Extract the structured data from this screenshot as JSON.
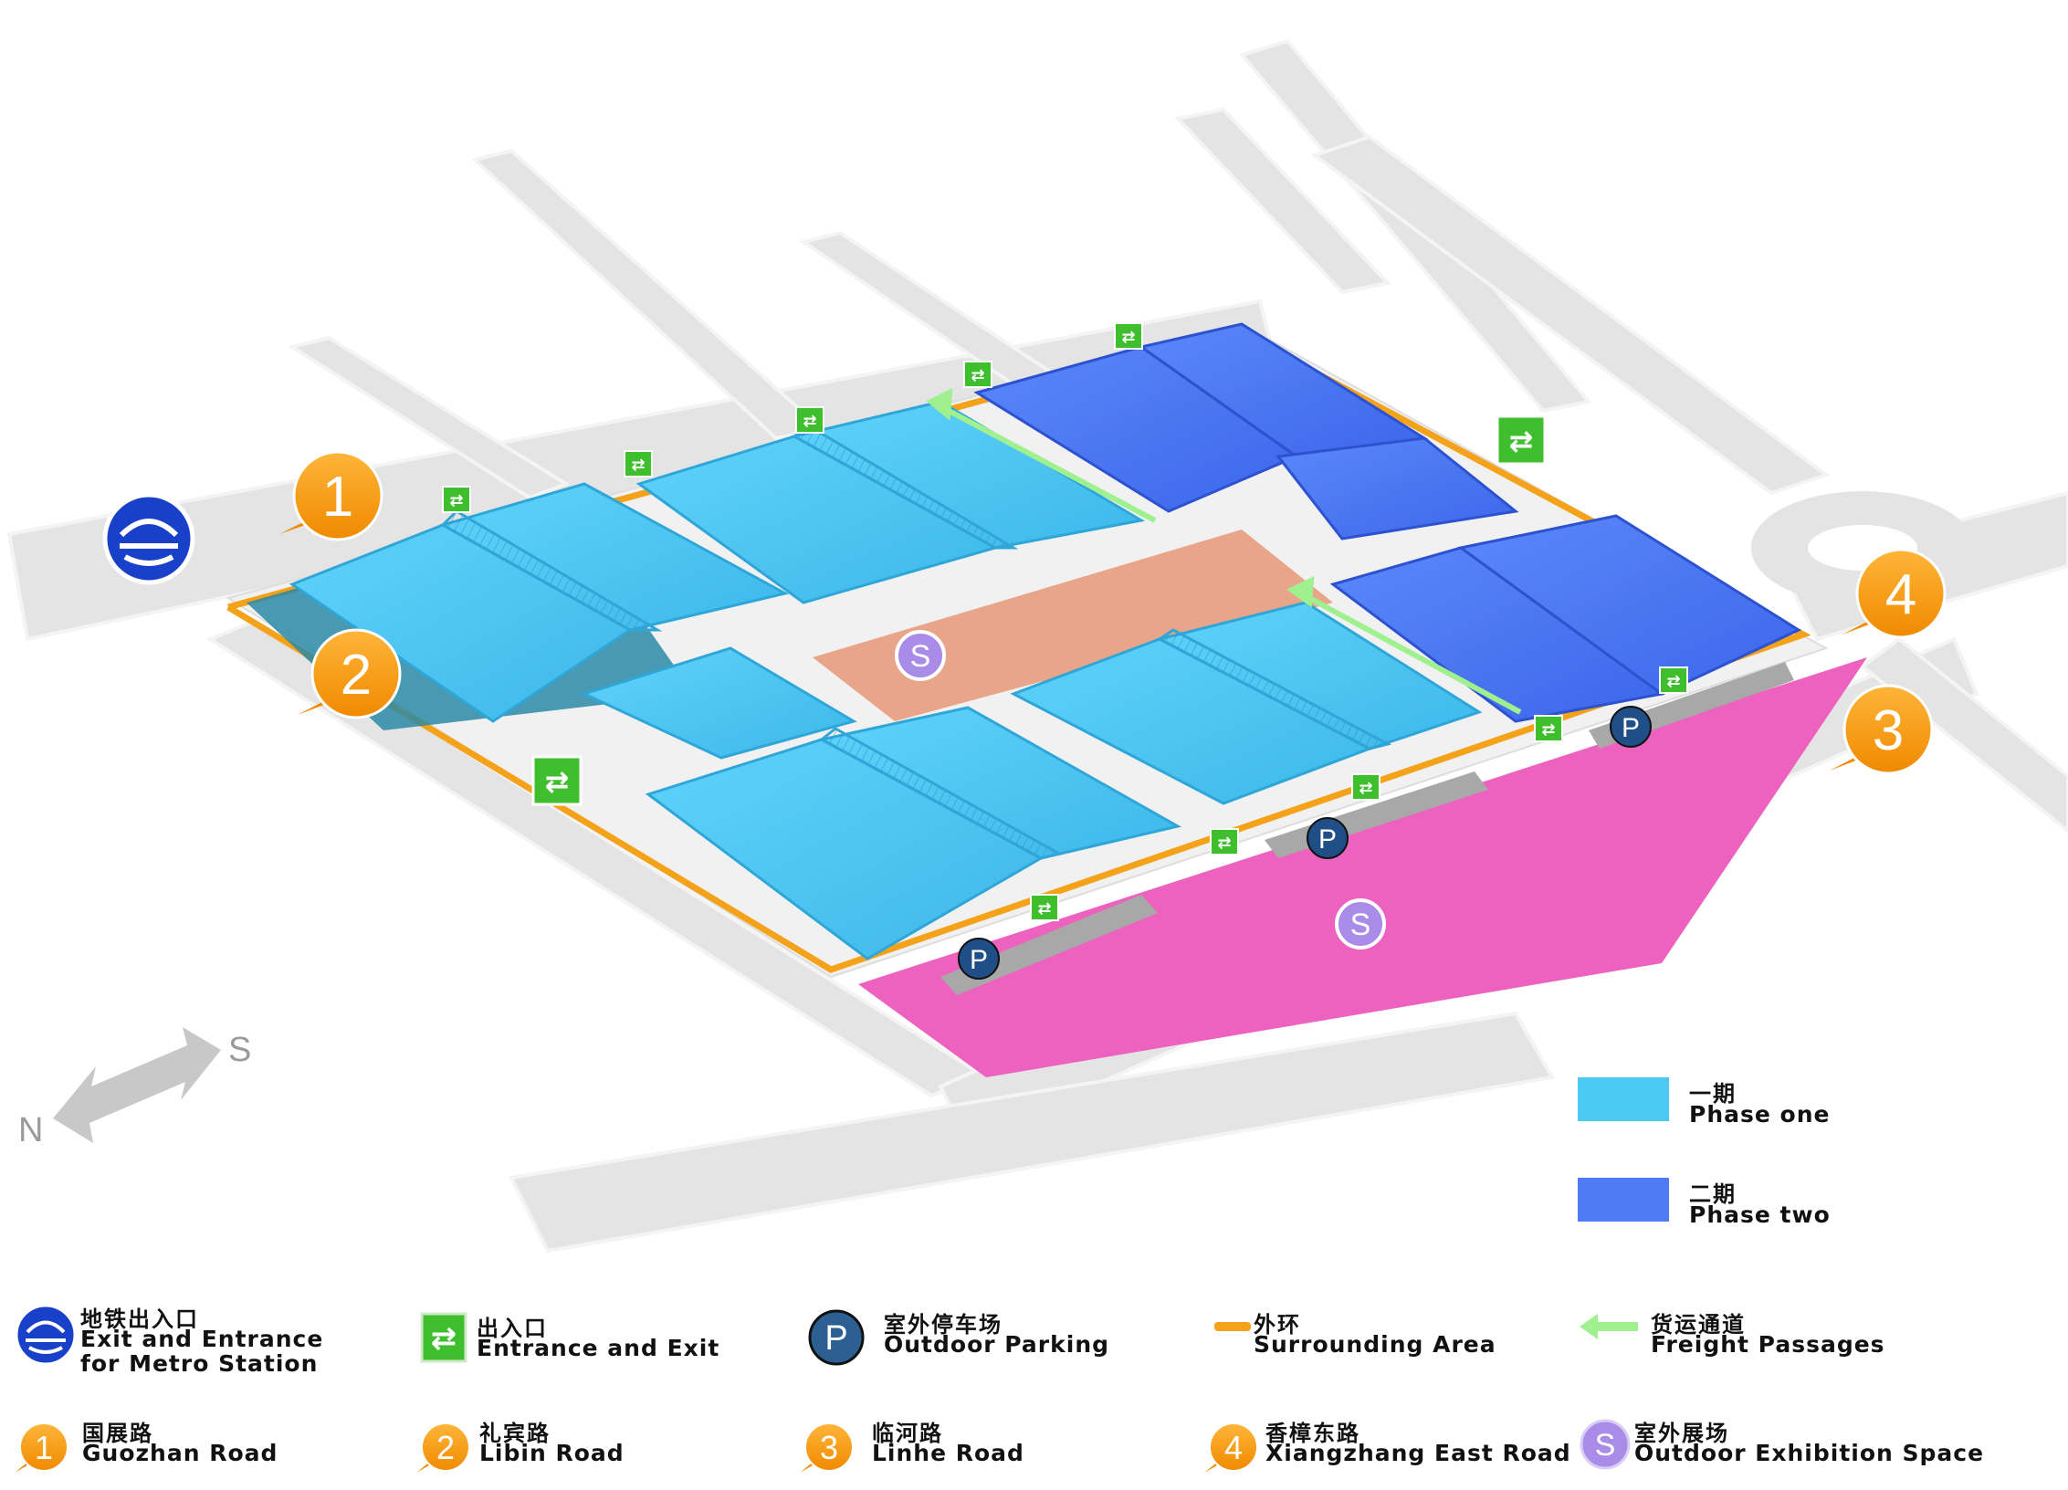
{
  "compass": {
    "north": "N",
    "south": "S"
  },
  "map_markers": {
    "road_1": "1",
    "road_2": "2",
    "road_3": "3",
    "road_4": "4",
    "space_s": "S",
    "parking_p": "P"
  },
  "phase_legend": [
    {
      "cn": "一期",
      "en": "Phase one",
      "color": "#4cc8f4"
    },
    {
      "cn": "二期",
      "en": "Phase two",
      "color": "#4f7cf6"
    }
  ],
  "keys_row1": [
    {
      "icon": "metro-icon",
      "cn": "地铁出入口",
      "en": "Exit and Entrance for Metro Station"
    },
    {
      "icon": "entrance-exit-icon",
      "cn": "出入口",
      "en": "Entrance and Exit"
    },
    {
      "icon": "parking-icon",
      "cn": "室外停车场",
      "en": "Outdoor Parking"
    },
    {
      "icon": "surrounding-line-icon",
      "cn": "外环",
      "en": "Surrounding Area"
    },
    {
      "icon": "freight-arrow-icon",
      "cn": "货运通道",
      "en": "Freight Passages"
    }
  ],
  "keys_row2": [
    {
      "icon": "road-1-icon",
      "num": "1",
      "cn": "国展路",
      "en": "Guozhan Road"
    },
    {
      "icon": "road-2-icon",
      "num": "2",
      "cn": "礼宾路",
      "en": "Libin Road"
    },
    {
      "icon": "road-3-icon",
      "num": "3",
      "cn": "临河路",
      "en": "Linhe Road"
    },
    {
      "icon": "road-4-icon",
      "num": "4",
      "cn": "香樟东路",
      "en": "Xiangzhang East Road"
    },
    {
      "icon": "outdoor-space-icon",
      "num": "S",
      "cn": "室外展场",
      "en": "Outdoor Exhibition Space"
    }
  ],
  "colors": {
    "phase_one": "#4cc8f4",
    "phase_two": "#4f7cf6",
    "outdoor_space": "#ee62bf",
    "plaza": "#e8a58a",
    "ring": "#f5a21b",
    "road": "#e3e3e3",
    "entrance": "#3fbf2e",
    "parking": "#1f4f86",
    "s_marker": "#a98ce8",
    "metro": "#1840c8"
  }
}
